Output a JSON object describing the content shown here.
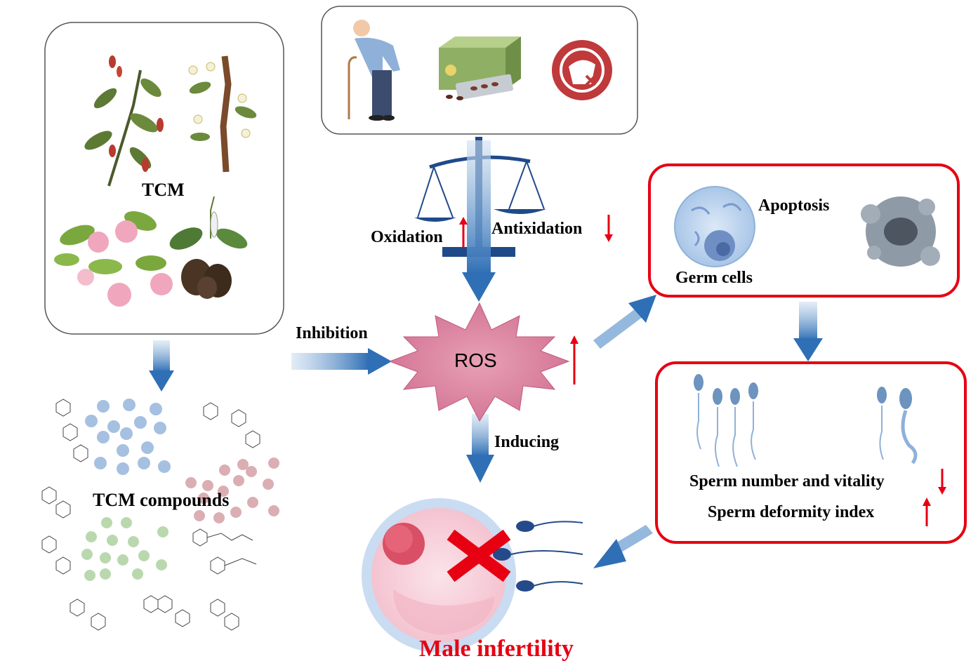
{
  "labels": {
    "tcm": "TCM",
    "tcm_compounds": "TCM compounds",
    "oxidation": "Oxidation",
    "antioxidation": "Antixidation",
    "inhibition": "Inhibition",
    "ros": "ROS",
    "inducing": "Inducing",
    "apoptosis": "Apoptosis",
    "germ_cells": "Germ cells",
    "sperm_number": "Sperm number and vitality",
    "sperm_deformity": "Sperm deformity index",
    "male_infertility": "Male infertility"
  },
  "colors": {
    "arrow_blue": "#2f6fb5",
    "highlight_red": "#e60012",
    "ros_pink": "#d97596",
    "box_border": "#555555"
  },
  "icons": [
    "elderly-man-icon",
    "medicine-pack-icon",
    "no-smoking-icon",
    "balance-scale-icon",
    "germ-cell-icon",
    "apoptotic-cell-icon",
    "sperm-icon",
    "egg-cell-icon"
  ]
}
